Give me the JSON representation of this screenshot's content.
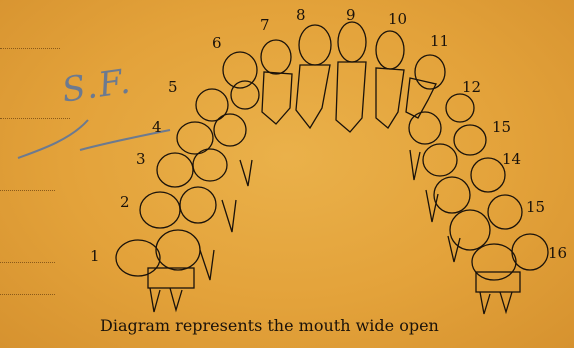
{
  "header_fragment": "",
  "handwritten_initials": "S.F.",
  "tooth_numbers_left": [
    "1",
    "2",
    "3",
    "4",
    "5",
    "6",
    "7"
  ],
  "tooth_numbers_top": [
    "8",
    "9",
    "10",
    "11"
  ],
  "tooth_numbers_right": [
    "12",
    "15",
    "14",
    "15",
    "16"
  ],
  "caption": "Diagram represents the mouth wide open",
  "colors": {
    "paper": "#e3a23a",
    "ink": "#1a120a",
    "pencil": "#6c7a90"
  }
}
